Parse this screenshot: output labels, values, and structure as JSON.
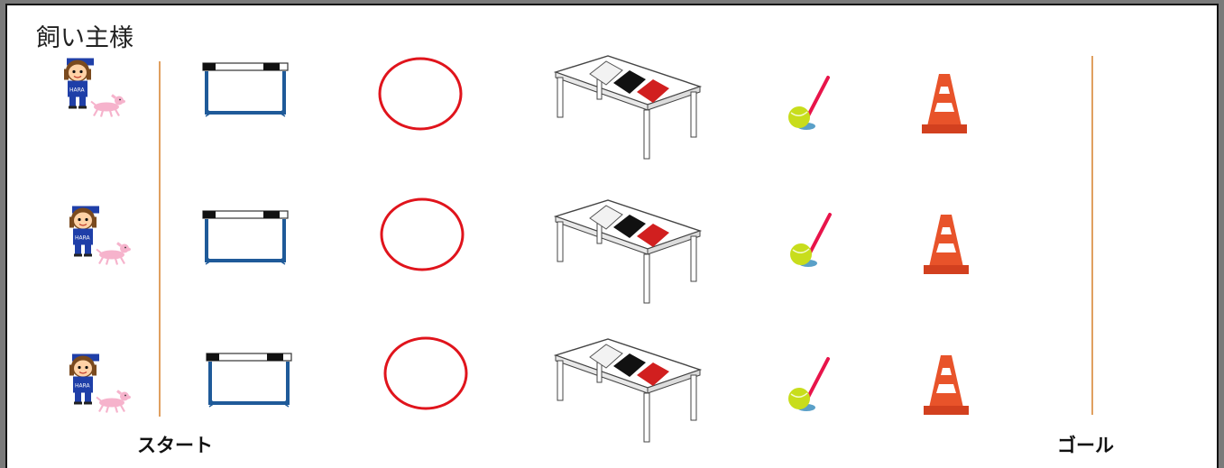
{
  "title": "飼い主様",
  "start_label": "スタート",
  "goal_label": "ゴール",
  "lanes": [
    {
      "items": [
        "handler-with-dog",
        "hurdle",
        "circle-marker",
        "table-with-cards",
        "ball-on-spoon",
        "traffic-cone"
      ]
    },
    {
      "items": [
        "handler-with-dog",
        "hurdle",
        "circle-marker",
        "table-with-cards",
        "ball-on-spoon",
        "traffic-cone"
      ]
    },
    {
      "items": [
        "handler-with-dog",
        "hurdle",
        "circle-marker",
        "table-with-cards",
        "ball-on-spoon",
        "traffic-cone"
      ]
    }
  ],
  "colors": {
    "line": "#e0a060",
    "circle": "#e0141c",
    "hurdle_frame": "#1f5a99",
    "cone": "#e8532a",
    "card_red": "#d11f1f",
    "ball": "#c8dd1c",
    "stick": "#e8144a"
  }
}
